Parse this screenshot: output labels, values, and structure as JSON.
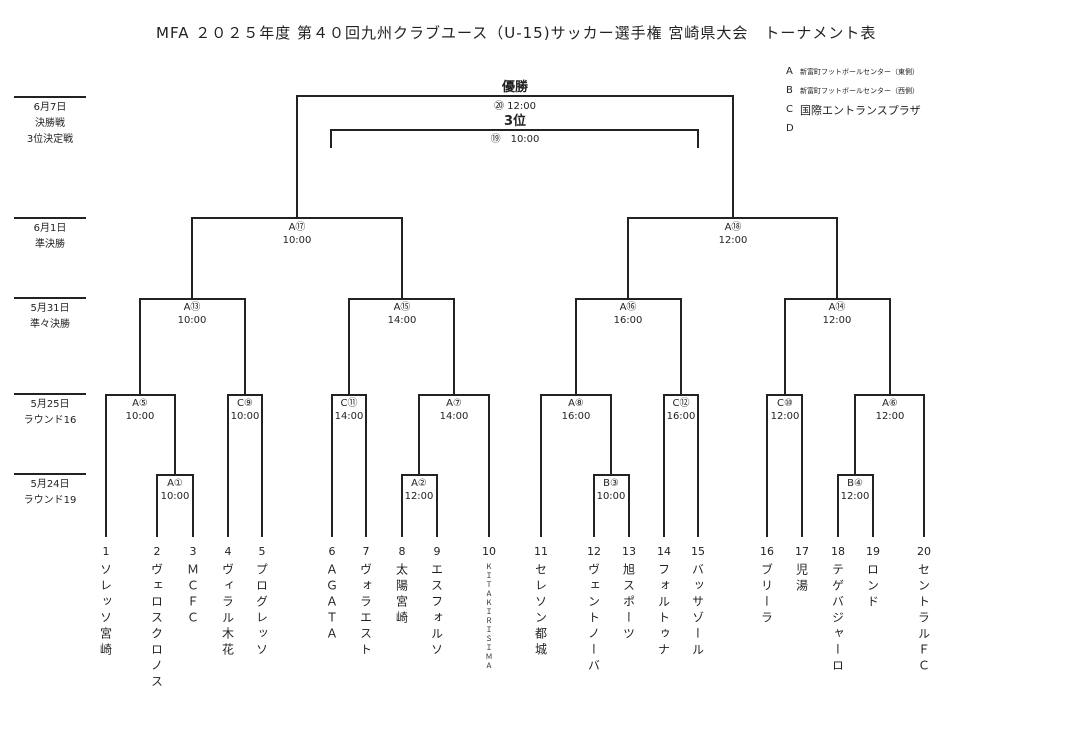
{
  "title": "MFA ２０２５年度 第４０回九州クラブユース（U-15)サッカー選手権 宮崎県大会　トーナメント表",
  "legend": [
    {
      "key": "A",
      "label": "新富町フットボールセンター（東側）",
      "size": "small"
    },
    {
      "key": "B",
      "label": "新富町フットボールセンター（西側）",
      "size": "small"
    },
    {
      "key": "C",
      "label": "国際エントランスプラザ",
      "size": "big"
    },
    {
      "key": "D",
      "label": "",
      "size": "small"
    }
  ],
  "rounds": [
    {
      "date": "6月7日",
      "names": [
        "決勝戦",
        "3位決定戦"
      ]
    },
    {
      "date": "6月1日",
      "names": [
        "準決勝"
      ]
    },
    {
      "date": "5月31日",
      "names": [
        "準々決勝"
      ]
    },
    {
      "date": "5月25日",
      "names": [
        "ラウンド16"
      ]
    },
    {
      "date": "5月24日",
      "names": [
        "ラウンド19"
      ]
    }
  ],
  "final": {
    "title": "優勝",
    "match": "⑳ 12:00"
  },
  "third": {
    "title": "3位",
    "match": "⑲　10:00"
  },
  "matches": [
    {
      "id": "m1",
      "venue": "A①",
      "time": "10:00"
    },
    {
      "id": "m2",
      "venue": "A②",
      "time": "12:00"
    },
    {
      "id": "m3",
      "venue": "B③",
      "time": "10:00"
    },
    {
      "id": "m4",
      "venue": "B④",
      "time": "12:00"
    },
    {
      "id": "m5",
      "venue": "A⑤",
      "time": "10:00"
    },
    {
      "id": "m9",
      "venue": "C⑨",
      "time": "10:00"
    },
    {
      "id": "m11",
      "venue": "C⑪",
      "time": "14:00"
    },
    {
      "id": "m7",
      "venue": "A⑦",
      "time": "14:00"
    },
    {
      "id": "m8",
      "venue": "A⑧",
      "time": "16:00"
    },
    {
      "id": "m12",
      "venue": "C⑫",
      "time": "16:00"
    },
    {
      "id": "m10",
      "venue": "C⑩",
      "time": "12:00"
    },
    {
      "id": "m6",
      "venue": "A⑥",
      "time": "12:00"
    },
    {
      "id": "m13",
      "venue": "A⑬",
      "time": "10:00"
    },
    {
      "id": "m15",
      "venue": "A⑮",
      "time": "14:00"
    },
    {
      "id": "m16",
      "venue": "A⑯",
      "time": "16:00"
    },
    {
      "id": "m14",
      "venue": "A⑭",
      "time": "12:00"
    },
    {
      "id": "m17",
      "venue": "A⑰",
      "time": "10:00"
    },
    {
      "id": "m18",
      "venue": "A⑱",
      "time": "12:00"
    }
  ],
  "teams": [
    {
      "num": "1",
      "name": "ソレッソ宮崎"
    },
    {
      "num": "2",
      "name": "ヴェロスクロノス"
    },
    {
      "num": "3",
      "name": "ＭＣＦＣ"
    },
    {
      "num": "4",
      "name": "ヴィラル木花"
    },
    {
      "num": "5",
      "name": "プログレッソ"
    },
    {
      "num": "6",
      "name": "ＡＧＡＴＡ"
    },
    {
      "num": "7",
      "name": "ヴォラエスト"
    },
    {
      "num": "8",
      "name": "太陽宮崎"
    },
    {
      "num": "9",
      "name": "エスフォルソ"
    },
    {
      "num": "10",
      "name": "ＫＩＴＡＫＩＲＩＳＩＭＡ"
    },
    {
      "num": "11",
      "name": "セレソン都城"
    },
    {
      "num": "12",
      "name": "ヴェントノーバ"
    },
    {
      "num": "13",
      "name": "旭スポーツ"
    },
    {
      "num": "14",
      "name": "フォルトゥナ"
    },
    {
      "num": "15",
      "name": "バッサゾール"
    },
    {
      "num": "16",
      "name": "ブリーラ"
    },
    {
      "num": "17",
      "name": "児湯"
    },
    {
      "num": "18",
      "name": "テゲバジャーロ"
    },
    {
      "num": "19",
      "name": "ロンド"
    },
    {
      "num": "20",
      "name": "セントラルＦＣ"
    }
  ]
}
